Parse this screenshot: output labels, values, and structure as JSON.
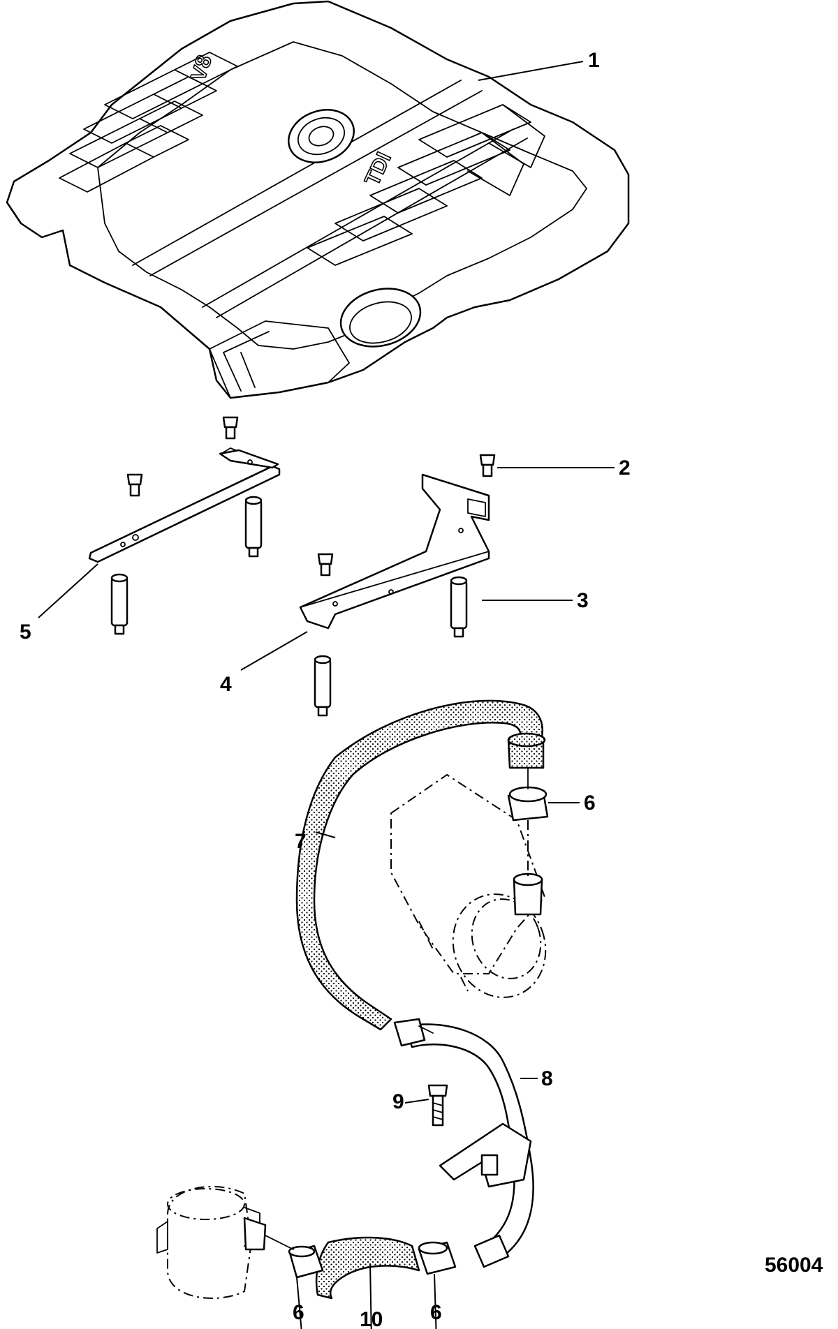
{
  "figure": {
    "number": "56004",
    "engine_cover_markings": [
      "V8",
      "TDI"
    ]
  },
  "callouts": [
    {
      "id": "c1",
      "label": "1"
    },
    {
      "id": "c2",
      "label": "2"
    },
    {
      "id": "c3",
      "label": "3"
    },
    {
      "id": "c4",
      "label": "4"
    },
    {
      "id": "c5",
      "label": "5"
    },
    {
      "id": "c6a",
      "label": "6"
    },
    {
      "id": "c6b",
      "label": "6"
    },
    {
      "id": "c6c",
      "label": "6"
    },
    {
      "id": "c7",
      "label": "7"
    },
    {
      "id": "c8",
      "label": "8"
    },
    {
      "id": "c9",
      "label": "9"
    },
    {
      "id": "c10",
      "label": "10"
    }
  ]
}
